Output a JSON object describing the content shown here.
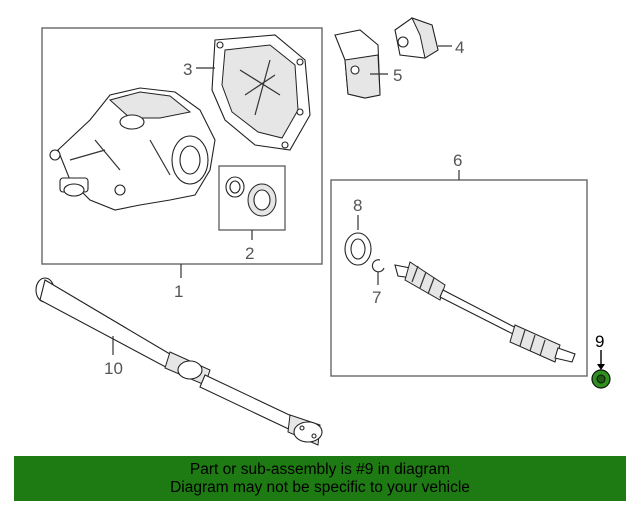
{
  "callouts": {
    "c1": "1",
    "c2": "2",
    "c3": "3",
    "c4": "4",
    "c5": "5",
    "c6": "6",
    "c7": "7",
    "c8": "8",
    "c9": "9",
    "c10": "10"
  },
  "banner": {
    "line1": "Part or sub-assembly is #9 in diagram",
    "line2": "Diagram may not be specific to your vehicle",
    "background": "#1e7a12"
  },
  "highlight_color": "#2f8f1f"
}
